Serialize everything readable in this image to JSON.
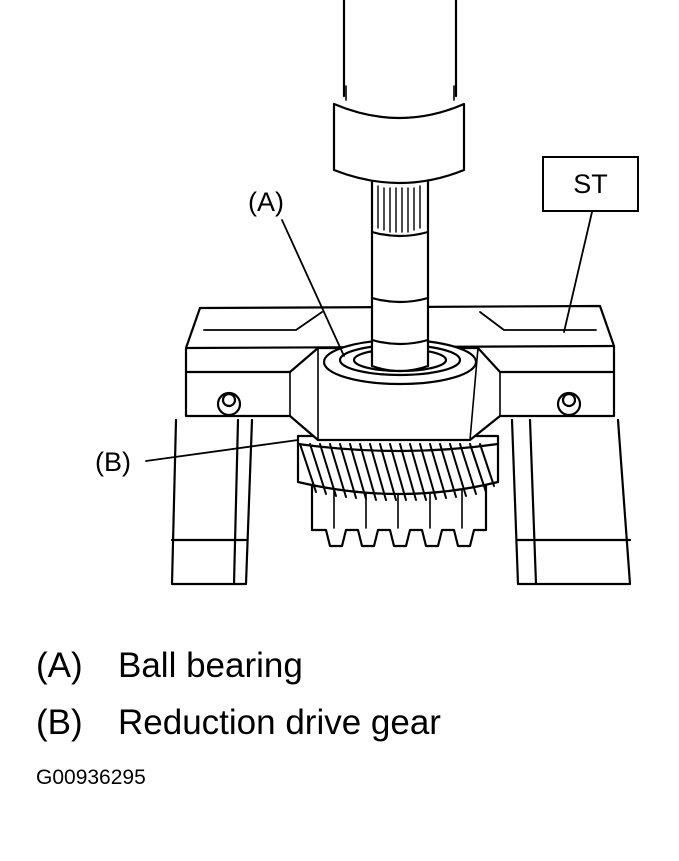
{
  "callouts": {
    "a": "(A)",
    "b": "(B)",
    "st": "ST"
  },
  "legend": [
    {
      "key": "(A)",
      "text": "Ball bearing"
    },
    {
      "key": "(B)",
      "text": "Reduction drive gear"
    }
  ],
  "figure_code": "G00936295",
  "colors": {
    "ink": "#000000",
    "paper": "#ffffff"
  }
}
